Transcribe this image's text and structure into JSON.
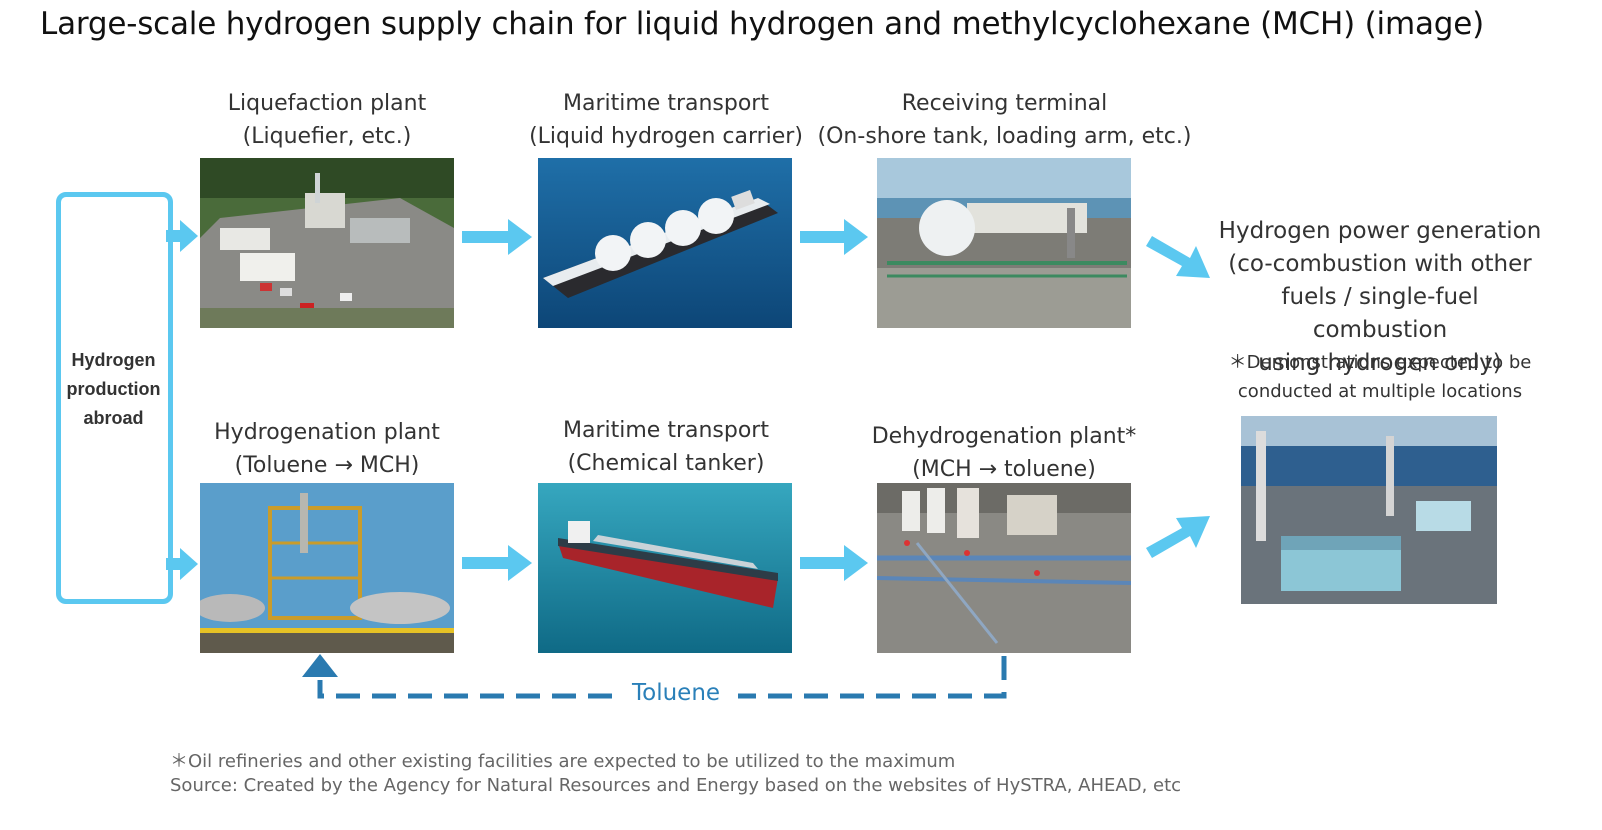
{
  "title": "Large-scale hydrogen supply chain for liquid hydrogen and methylcyclohexane (MCH) (image)",
  "origin": {
    "line1": "Hydrogen",
    "line2": "production",
    "line3": "abroad"
  },
  "top_row": [
    {
      "line1": "Liquefaction plant",
      "line2": "(Liquefier, etc.)",
      "photo": "liquefaction-plant-photo"
    },
    {
      "line1": "Maritime transport",
      "line2": "(Liquid hydrogen carrier)",
      "photo": "liquid-hydrogen-carrier-photo"
    },
    {
      "line1": "Receiving terminal",
      "line2": "(On-shore tank, loading arm, etc.)",
      "photo": "receiving-terminal-photo"
    }
  ],
  "bottom_row": [
    {
      "line1": "Hydrogenation plant",
      "line2": "(Toluene → MCH)",
      "photo": "hydrogenation-plant-photo"
    },
    {
      "line1": "Maritime transport",
      "line2": "(Chemical tanker)",
      "photo": "chemical-tanker-photo"
    },
    {
      "line1": "Dehydrogenation plant*",
      "line2": "(MCH → toluene)",
      "photo": "dehydrogenation-plant-photo"
    }
  ],
  "power": {
    "line1": "Hydrogen power generation",
    "line2": "(co-combustion with other",
    "line3": "fuels / single-fuel combustion",
    "line4": "using hydrogen only)",
    "note1": "＊Demonstrations expected to be",
    "note2": "conducted at multiple locations",
    "photo": "power-plant-photo"
  },
  "loop_label": "Toluene",
  "footnote": {
    "line1": "＊Oil refineries and other existing facilities are expected to be utilized to the maximum",
    "line2": "Source: Created by the Agency for Natural Resources and Energy based on the websites of HySTRA, AHEAD, etc"
  },
  "colors": {
    "arrow": "#5bc8f0",
    "loop": "#2a7ab0",
    "origin_border": "#5bc8f0"
  }
}
